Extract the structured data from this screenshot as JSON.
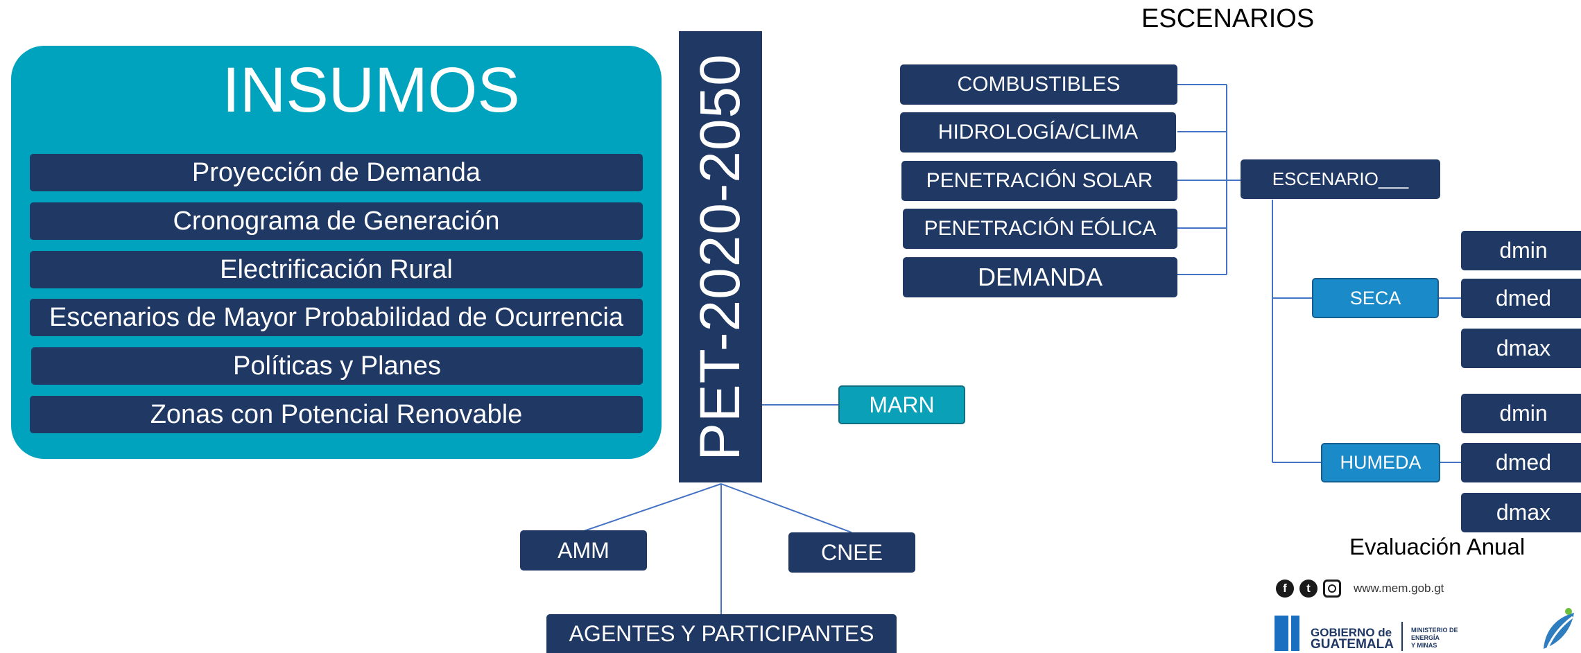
{
  "insumos": {
    "title": "INSUMOS",
    "items": [
      "Proyección de Demanda",
      "Cronograma de Generación",
      "Electrificación Rural",
      "Escenarios de Mayor Probabilidad de Ocurrencia",
      "Políticas y Planes",
      "Zonas con Potencial Renovable"
    ]
  },
  "pet": {
    "label": "PET-2020-2050"
  },
  "agents": {
    "marn": "MARN",
    "amm": "AMM",
    "cnee": "CNEE",
    "participants": "AGENTES Y PARTICIPANTES"
  },
  "escenarios": {
    "title": "ESCENARIOS",
    "inputs": [
      "COMBUSTIBLES",
      "HIDROLOGÍA/CLIMA",
      "PENETRACIÓN SOLAR",
      "PENETRACIÓN EÓLICA",
      "DEMANDA"
    ],
    "scenario": "ESCENARIO___",
    "seca": "SECA",
    "humeda": "HUMEDA",
    "seca_demands": [
      "dmin",
      "dmed",
      "dmax"
    ],
    "humeda_demands": [
      "dmin",
      "dmed",
      "dmax"
    ]
  },
  "evaluation": {
    "label": "Evaluación Anual"
  },
  "footer": {
    "url": "www.mem.gob.gt",
    "gov_line1": "GOBIERNO de",
    "gov_line2": "GUATEMALA",
    "ministry": [
      "MINISTERIO DE",
      "ENERGÍA",
      "Y MINAS"
    ]
  },
  "colors": {
    "navy": "#1f3864",
    "teal_panel": "#00a3bd",
    "teal_box": "#0aa0b8",
    "scenario_blue": "#1a8ac8",
    "connector": "#4472c4"
  }
}
